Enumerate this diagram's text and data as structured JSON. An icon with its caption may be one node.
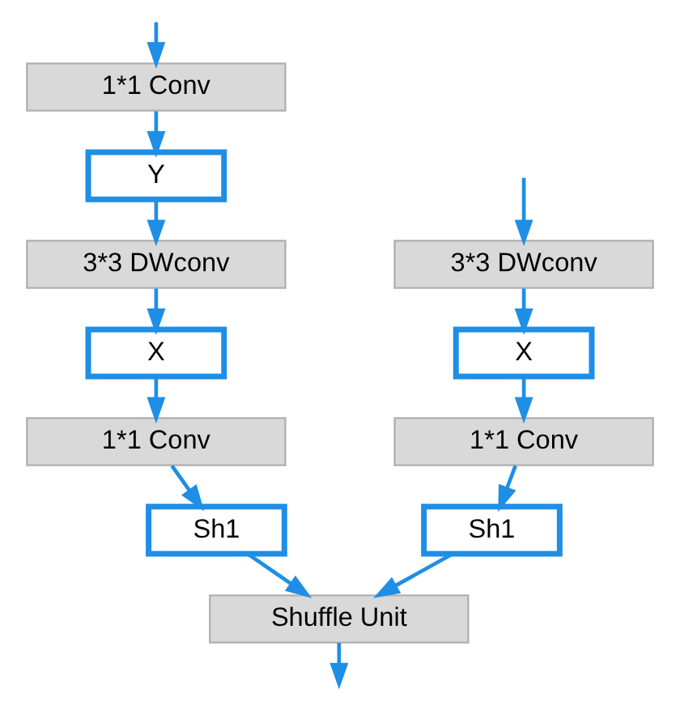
{
  "diagram": {
    "nodes": [
      {
        "text": [
          "3*3 DWconv"
        ]
      },
      {
        "text": [
          "X"
        ]
      },
      {
        "text": [
          "1*1 Conv"
        ]
      },
      {
        "text": [
          "Sh1"
        ]
      },
      {
        "text": [
          "1*1 Conv"
        ]
      },
      {
        "text": [
          "Y"
        ]
      },
      {
        "text": [
          "3*3 DWconv"
        ]
      },
      {
        "text": [
          "X"
        ]
      },
      {
        "text": [
          "1*1 Conv"
        ]
      },
      {
        "text": [
          "Sh1"
        ]
      },
      {
        "text": [
          "Shuffle Unit"
        ]
      }
    ],
    "edges": [
      {
        "from": null,
        "to": 0,
        "arrow": "to"
      },
      {
        "from": 0,
        "to": 1,
        "arrow": "to"
      },
      {
        "from": 1,
        "to": 2,
        "arrow": "to"
      },
      {
        "from": 2,
        "to": 3,
        "arrow": "to"
      },
      {
        "from": null,
        "to": 4,
        "arrow": "to"
      },
      {
        "from": 4,
        "to": 5,
        "arrow": "to"
      },
      {
        "from": 5,
        "to": 6,
        "arrow": "to"
      },
      {
        "from": 6,
        "to": 7,
        "arrow": "to"
      },
      {
        "from": 7,
        "to": 8,
        "arrow": "to"
      },
      {
        "from": 8,
        "to": 9,
        "arrow": "to"
      },
      {
        "from": 3,
        "to": 10,
        "arrow": "to"
      },
      {
        "from": 9,
        "to": 10,
        "arrow": "to"
      },
      {
        "from": 10,
        "to": null,
        "arrow": "to"
      }
    ]
  }
}
